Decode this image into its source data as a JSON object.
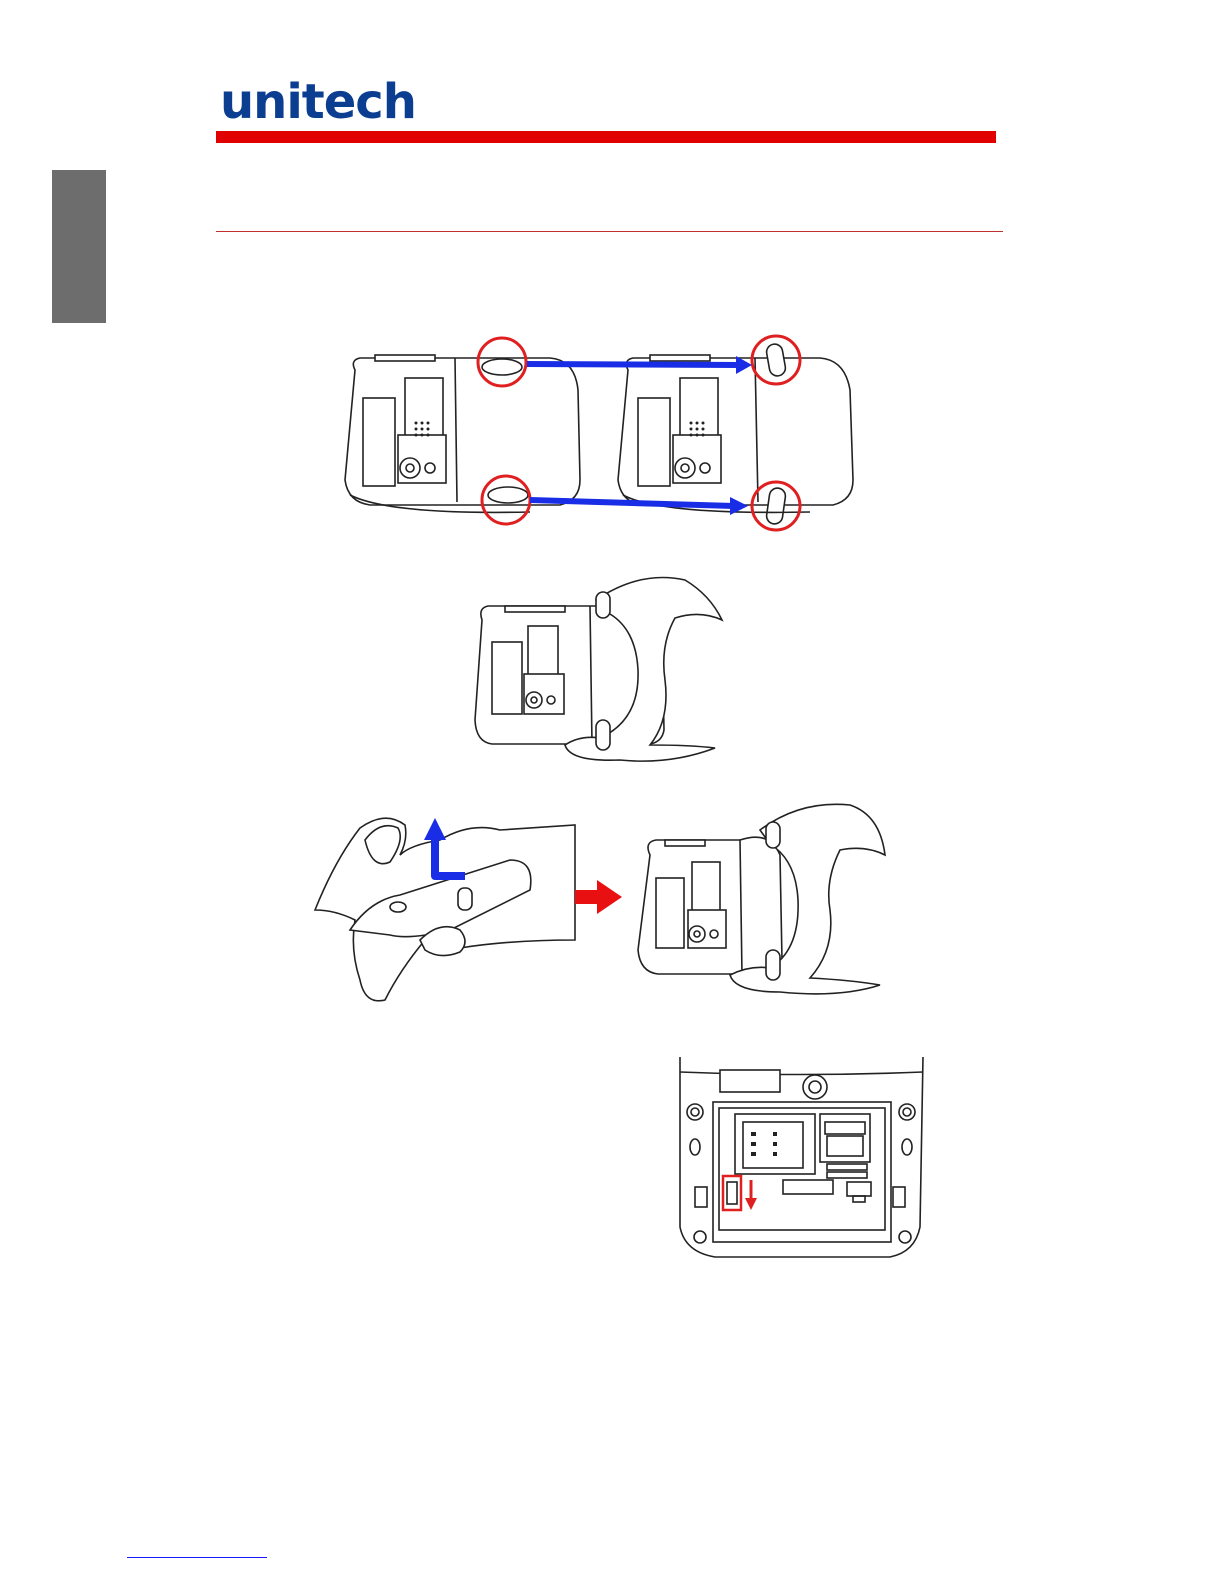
{
  "header": {
    "logo_text": "unitech",
    "brand_blue": "#0b3d91",
    "brand_red": "#e00000"
  },
  "colors": {
    "highlight_circle": "#e02020",
    "direction_arrow": "#1a2de6",
    "transition_arrow": "#e81010",
    "side_tab": "#6d6d6d",
    "footer_link_rule": "#1a1aff"
  },
  "figures": {
    "latch_rotation": {
      "icons": [
        "red-circle",
        "blue-arrow"
      ]
    },
    "hold_latches": {
      "icons": [
        "hand"
      ]
    },
    "lift_cover": {
      "icons": [
        "blue-curved-arrow",
        "red-right-arrow",
        "hand"
      ]
    },
    "board_layout": {
      "icons": [
        "red-box",
        "red-down-arrow"
      ]
    }
  }
}
